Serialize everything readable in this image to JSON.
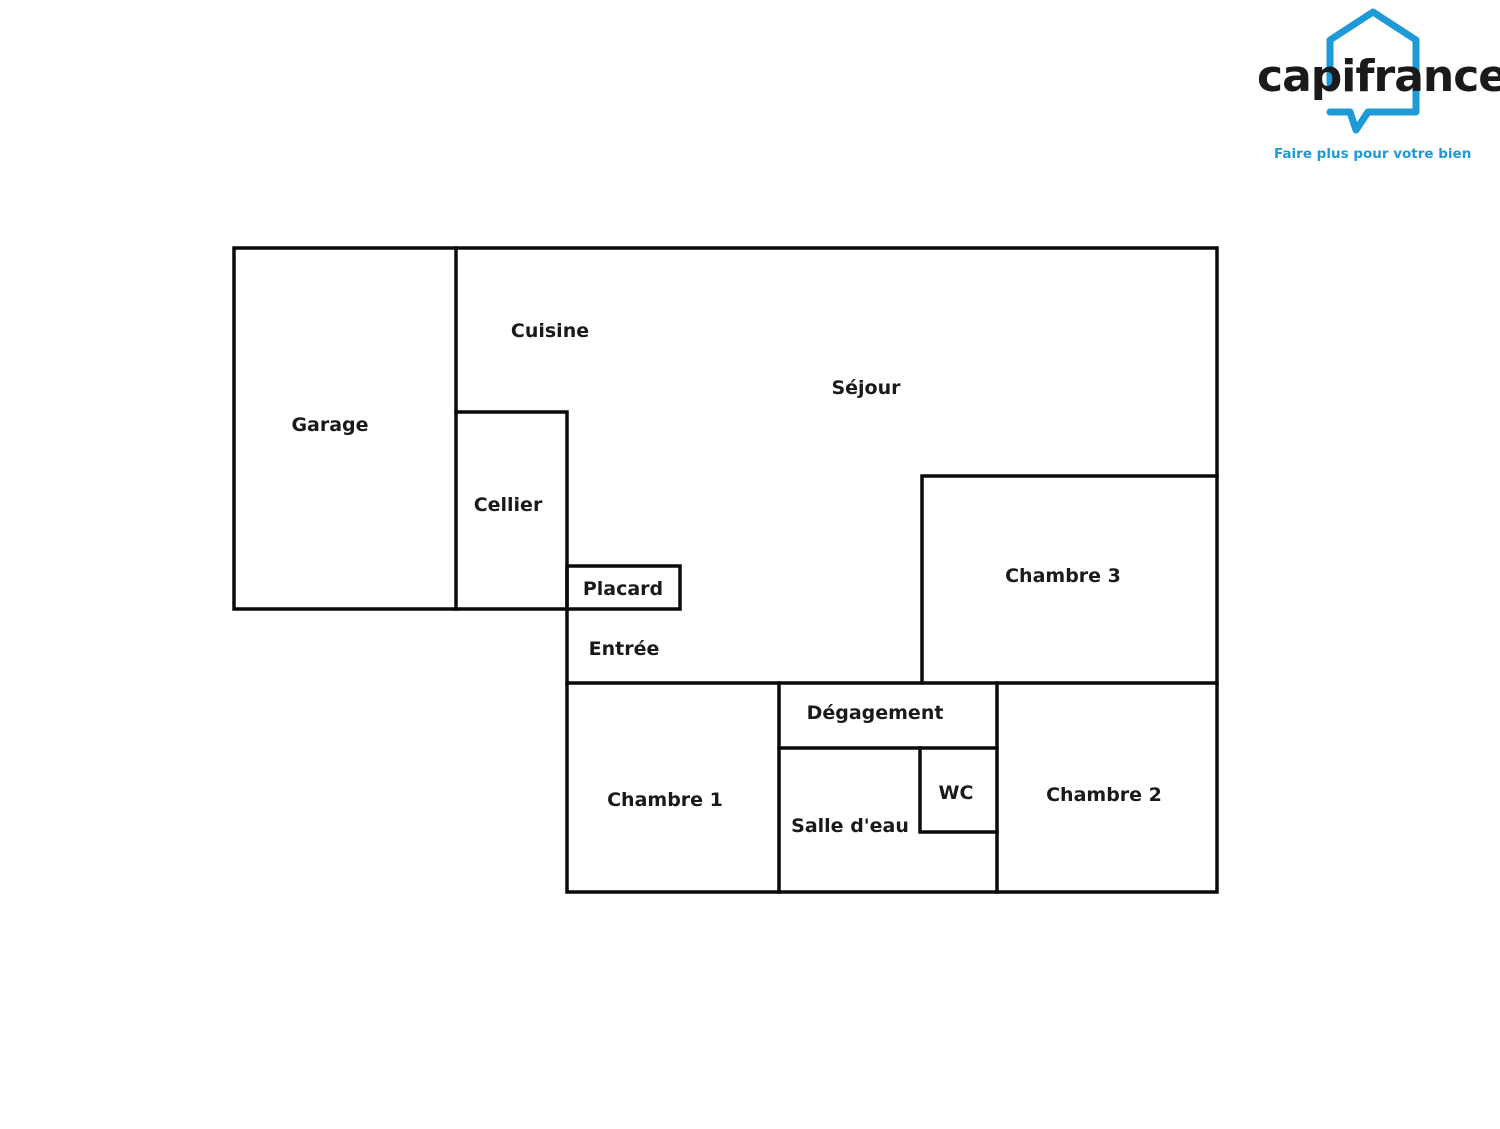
{
  "brand": {
    "name": "capifrance",
    "tagline": "Faire plus pour votre bien",
    "accent_color": "#1e9ad6",
    "text_color": "#1a1a1a"
  },
  "plan": {
    "rooms": {
      "garage": "Garage",
      "cuisine": "Cuisine",
      "sejour": "Séjour",
      "cellier": "Cellier",
      "placard": "Placard",
      "entree": "Entrée",
      "chambre3": "Chambre 3",
      "degagement": "Dégagement",
      "chambre1": "Chambre 1",
      "salle_deau": "Salle d'eau",
      "wc": "WC",
      "chambre2": "Chambre 2"
    }
  }
}
